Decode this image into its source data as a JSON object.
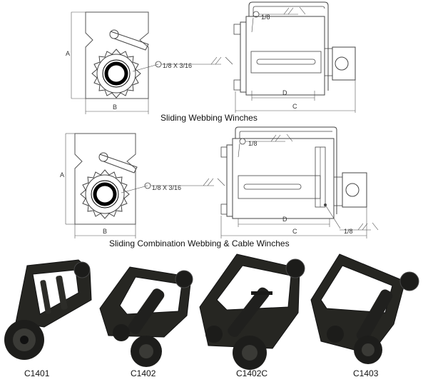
{
  "diagram1": {
    "caption": "Sliding Webbing Winches",
    "dim_a": "A",
    "dim_b": "B",
    "dim_c": "C",
    "dim_d": "D",
    "weld_gear": "1/8 X 3/16",
    "weld_top": "1/8"
  },
  "diagram2": {
    "caption": "Sliding Combination Webbing & Cable Winches",
    "dim_a": "A",
    "dim_b": "B",
    "dim_c": "C",
    "dim_d": "D",
    "weld_gear": "1/8 X 3/16",
    "weld_top": "1/8",
    "weld_bottom": "1/8"
  },
  "photos": [
    {
      "model": "C1401"
    },
    {
      "model": "C1402"
    },
    {
      "model": "C1402C"
    },
    {
      "model": "C1403"
    }
  ]
}
